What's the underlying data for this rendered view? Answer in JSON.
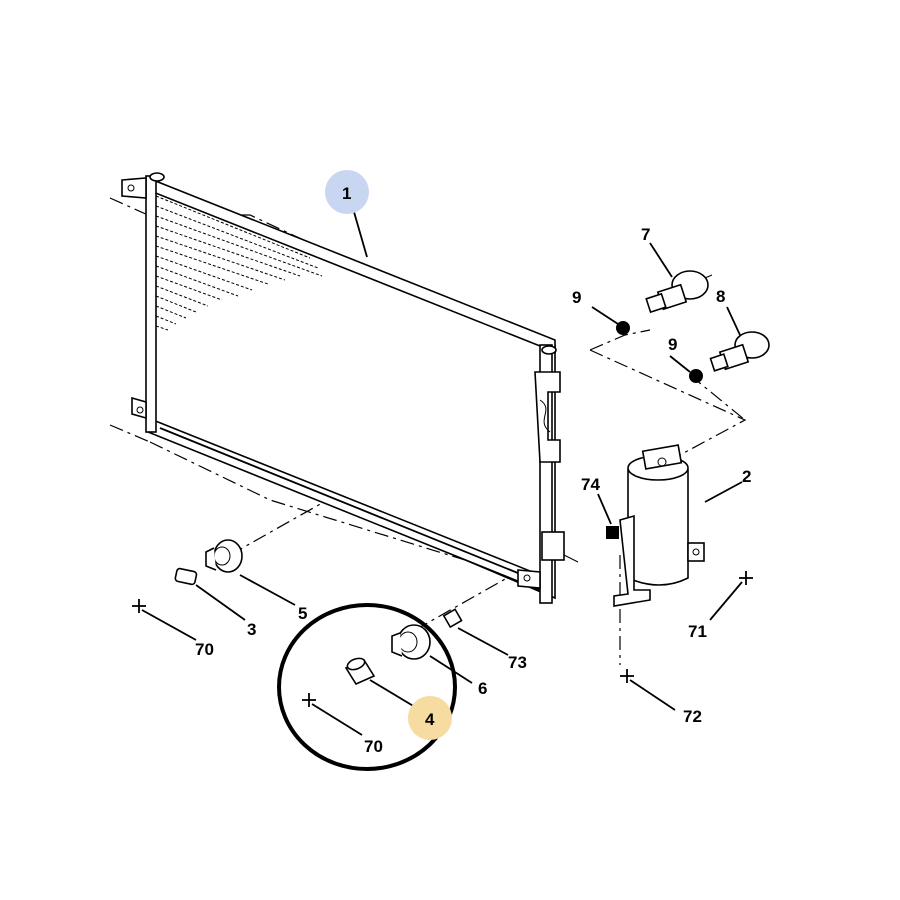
{
  "callouts": [
    {
      "id": "c1",
      "text": "1",
      "highlight": "blue"
    },
    {
      "id": "c7",
      "text": "7",
      "highlight": ""
    },
    {
      "id": "c8",
      "text": "8",
      "highlight": ""
    },
    {
      "id": "c9a",
      "text": "9",
      "highlight": ""
    },
    {
      "id": "c9b",
      "text": "9",
      "highlight": ""
    },
    {
      "id": "c2",
      "text": "2",
      "highlight": ""
    },
    {
      "id": "c74",
      "text": "74",
      "highlight": ""
    },
    {
      "id": "c71",
      "text": "71",
      "highlight": ""
    },
    {
      "id": "c72",
      "text": "72",
      "highlight": ""
    },
    {
      "id": "c3",
      "text": "3",
      "highlight": ""
    },
    {
      "id": "c5",
      "text": "5",
      "highlight": ""
    },
    {
      "id": "c70a",
      "text": "70",
      "highlight": ""
    },
    {
      "id": "c73",
      "text": "73",
      "highlight": ""
    },
    {
      "id": "c6",
      "text": "6",
      "highlight": ""
    },
    {
      "id": "c4",
      "text": "4",
      "highlight": "orange"
    },
    {
      "id": "c70b",
      "text": "70",
      "highlight": ""
    }
  ],
  "colors": {
    "blue_highlight": "#c9d6f2",
    "orange_highlight": "#f6dca0",
    "ink": "#000000",
    "background": "#ffffff"
  }
}
